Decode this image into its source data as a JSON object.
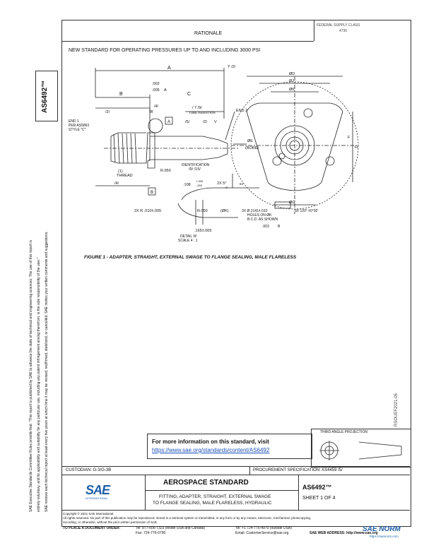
{
  "rationale": {
    "title": "RATIONALE",
    "text": "NEW STANDARD FOR OPERATING PRESSURES UP TO AND INCLUDING 3000 PSI"
  },
  "fsc": {
    "line1": "FEDERAL SUPPLY CLASS",
    "line2": "4730"
  },
  "doc_number_side": "AS6492™",
  "left_legal": {
    "line1": "SAE Executive Standards Committee Rules provide that: \"This report is published by SAE to advance the state of technical and engineering sciences. The use of this report is",
    "line2": "entirely voluntary, and its applicability and suitability for any particular use, including any patent infringement arising therefrom, is the sole responsibility of the user.\"",
    "line3": "SAE reviews each technical report at least every five years at which time it may be revised, reaffirmed, stabilized, or cancelled. SAE invites your written comments and suggestions."
  },
  "drawing": {
    "caption": "FIGURE 1 - ADAPTER, STRAIGHT, EXTERNAL SWAGE TO FLANGE SEALING, MALE FLARELESS",
    "dims": {
      "A": "A",
      "B": "B",
      "C": "C",
      "W": "W",
      "H": "H",
      "dim_y2": "Y /2/",
      "tol1": ".002",
      "tol2": ".005",
      "tol2_ref": "A",
      "note4": "/4/",
      "note2": "/2/",
      "note5": "/5/",
      "note2v": "/2/",
      "V": "V",
      "tube_ins_val": "/ 7 /9/",
      "tube_ins": "TUBE INSERTION",
      "end1": "END 1",
      "end1_per": "PER AS5863",
      "end1_style": "STYLE \"C\"",
      "end2": "END 2",
      "datum_a": "A",
      "thread_num": "(1)",
      "thread": "THREAD",
      "r050": "R.050",
      "ident": "IDENTIFICATION",
      "ident_ref": "/9/ /15/",
      "bore_dia": "ØE",
      "bore": "(BORE)",
      "note4b": "/4/",
      "datum_b": "B",
      "thk": ".108",
      "thk_tol_up": "+.005",
      "thk_tol_dn": "-.000",
      "ang": "2X 5°",
      "ang_tol": "0°",
      "r010": "2X R .010±.005",
      "r050b": "R.050",
      "k_ref": "(ØK)",
      "dim165": ".165±.005",
      "detail": "DETAIL W",
      "scale": "SCALE 4 : 1",
      "dia_D": "ØD",
      "dia_J": "ØJ",
      "dia_K": "ØK",
      "F_ref": "F",
      "dia_G": "ØG",
      "holes1": "3X Ø.2141±.010",
      "holes2": "HOLES ON ØK",
      "holes3": "B.C.D. AS SHOWN",
      "holes_tol": ".003",
      "holes_tol_ref": "B",
      "spacing": "3X 120° ±0°30'",
      "point64": "64"
    }
  },
  "info_box": {
    "line1": "For more information on this standard, visit",
    "link": "https://www.sae.org/standards/content/AS6492"
  },
  "projection_label": "THIRD ANGLE PROJECTION",
  "side_code": "RSOUEF2021-05",
  "custodian": "CUSTODIAN: G-3/G-3B",
  "procurement": "PROCUREMENT SPECIFICATION: AS4459 /5/",
  "logo": {
    "brand": "SAE",
    "sub": "INTERNATIONAL"
  },
  "title_block": {
    "heading": "AEROSPACE STANDARD",
    "title1": "FITTING, ADAPTER, STRAIGHT, EXTERNAL SWAGE",
    "title2": "TO FLANGE SEALING, MALE FLARELESS, HYDRAULIC",
    "doc": "AS6492™",
    "sheet": "SHEET 1 OF 4"
  },
  "footer": {
    "copyright": "Copyright © 2021 SAE International",
    "rights1": "All rights reserved. No part of this publication may be reproduced, stored in a retrieval system or transmitted, in any form or by any means, electronic, mechanical, photocopying,",
    "rights2": "recording, or otherwise, without the prior written permission of SAE.",
    "order": "TO PLACE A DOCUMENT ORDER:",
    "tel1": "Tel: 877-606-7323 (inside USA and Canada)",
    "tel2": "Tel: +1 724-776-4970 (outside USA)",
    "fax": "Fax: 724-776-0790",
    "email": "Email: CustomerService@sae.org",
    "web": "SAE WEB ADDRESS: http://www.sae.org"
  },
  "watermark": {
    "brand": "SAE NORM",
    "url": "https://saenorm.com"
  }
}
